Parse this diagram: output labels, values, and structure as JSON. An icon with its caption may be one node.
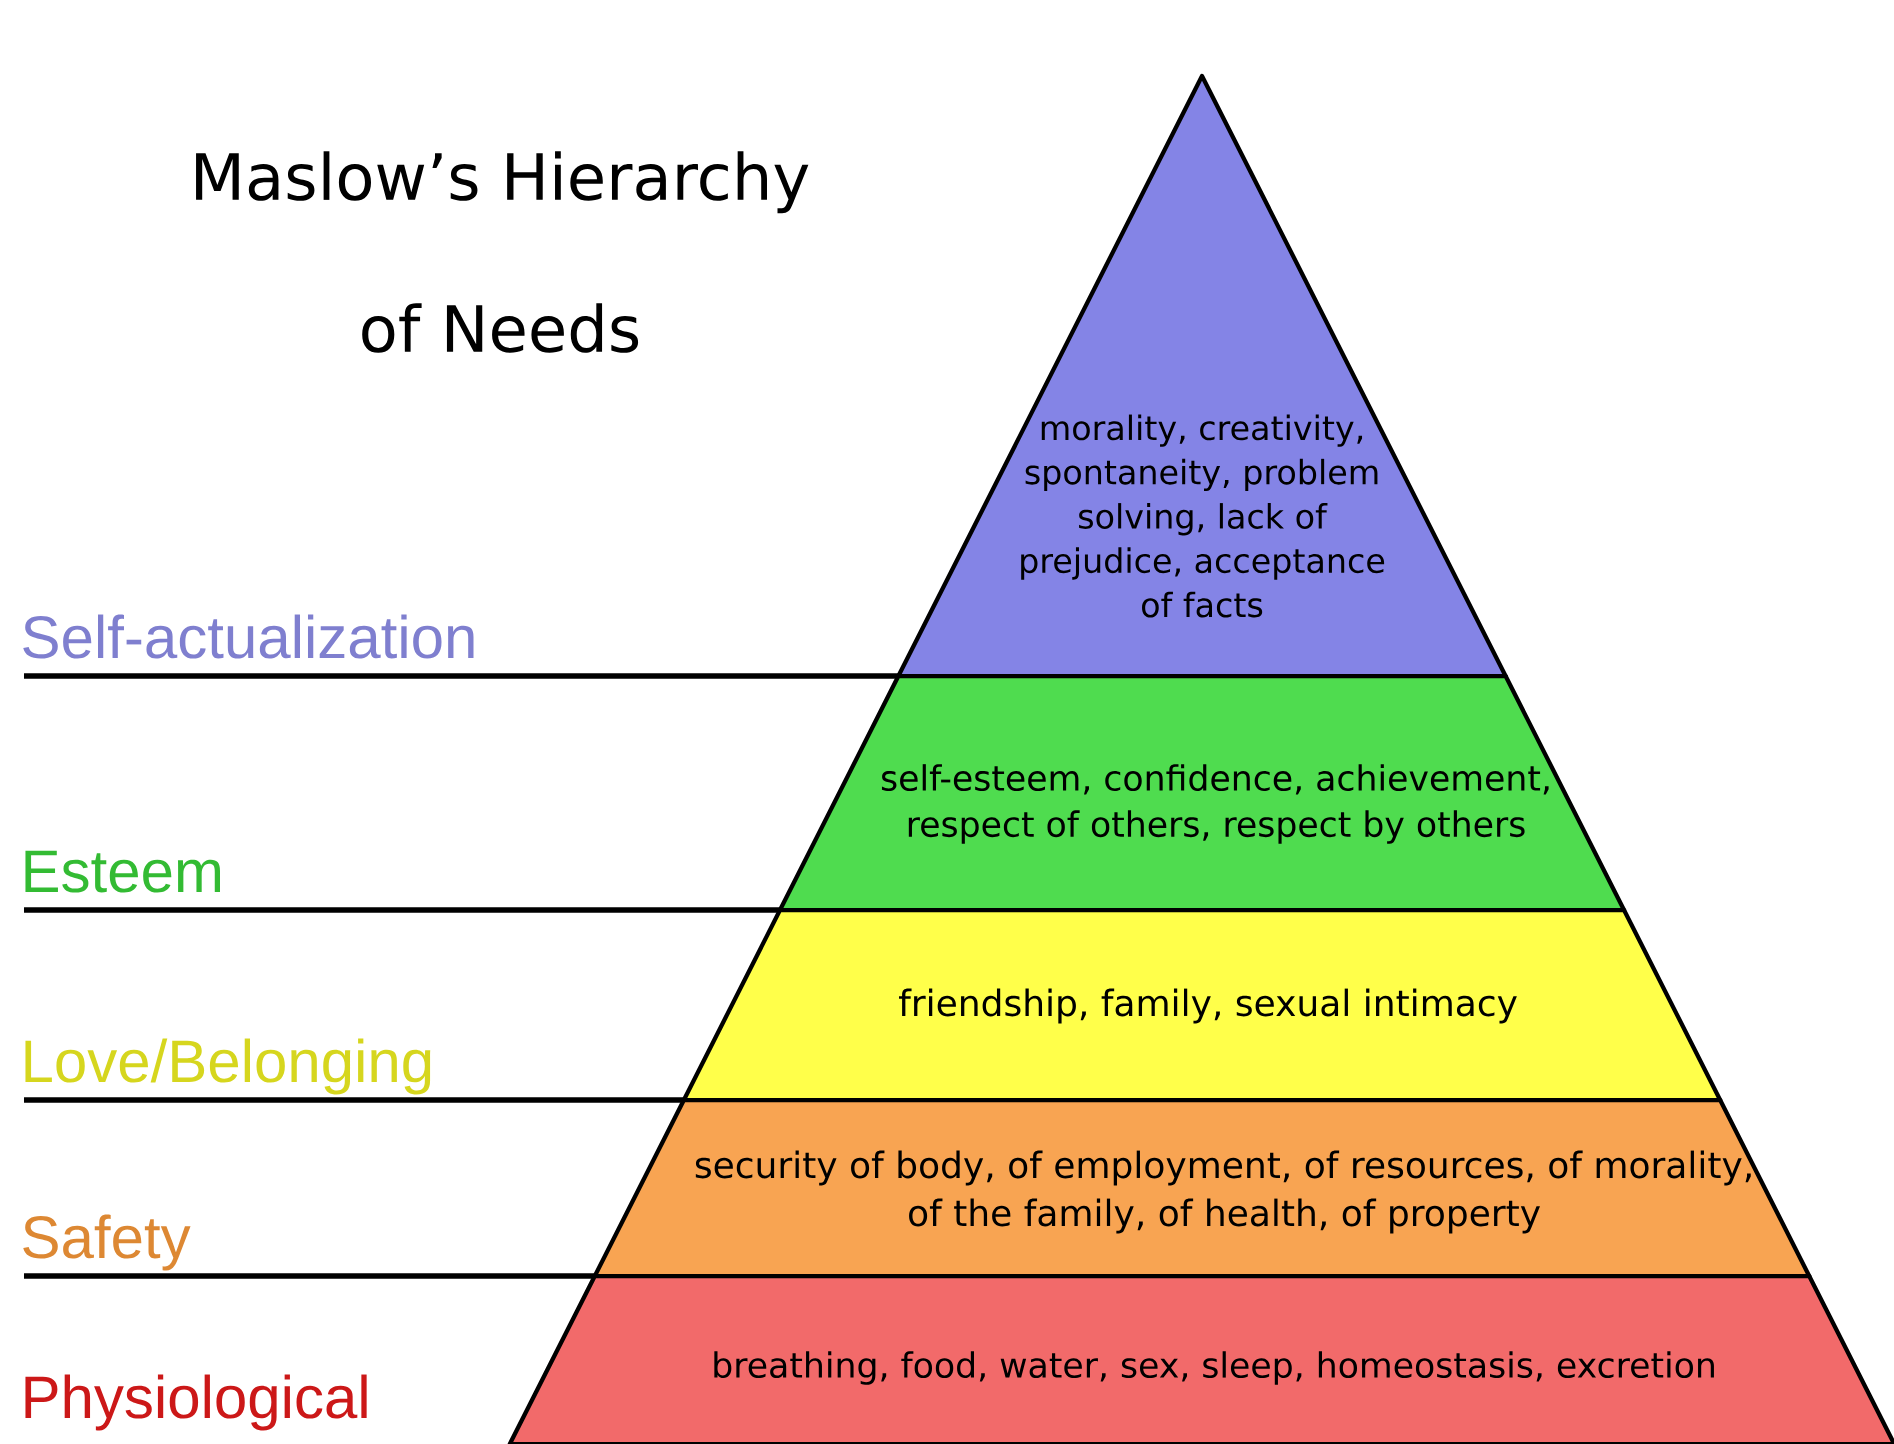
{
  "diagram": {
    "title": "Maslow’s Hierarchy of Needs",
    "nodes": [
      {
        "text": [
          "morality, creativity, spontaneity, problem solving, lack of prejudice, acceptance of facts"
        ]
      },
      {
        "text": [
          "self-esteem, confidence, achievement, respect of others, respect by others"
        ]
      },
      {
        "text": [
          "friendship, family, sexual intimacy"
        ]
      },
      {
        "text": [
          "security of body, of employment, of resources, of morality, of the family, of health, of property"
        ]
      },
      {
        "text": [
          "breathing, food, water, sex, sleep, homeostasis, excretion"
        ]
      }
    ],
    "labels": [
      "Self-actualization",
      "Esteem",
      "Love/Belonging",
      "Safety",
      "Physiological"
    ]
  }
}
